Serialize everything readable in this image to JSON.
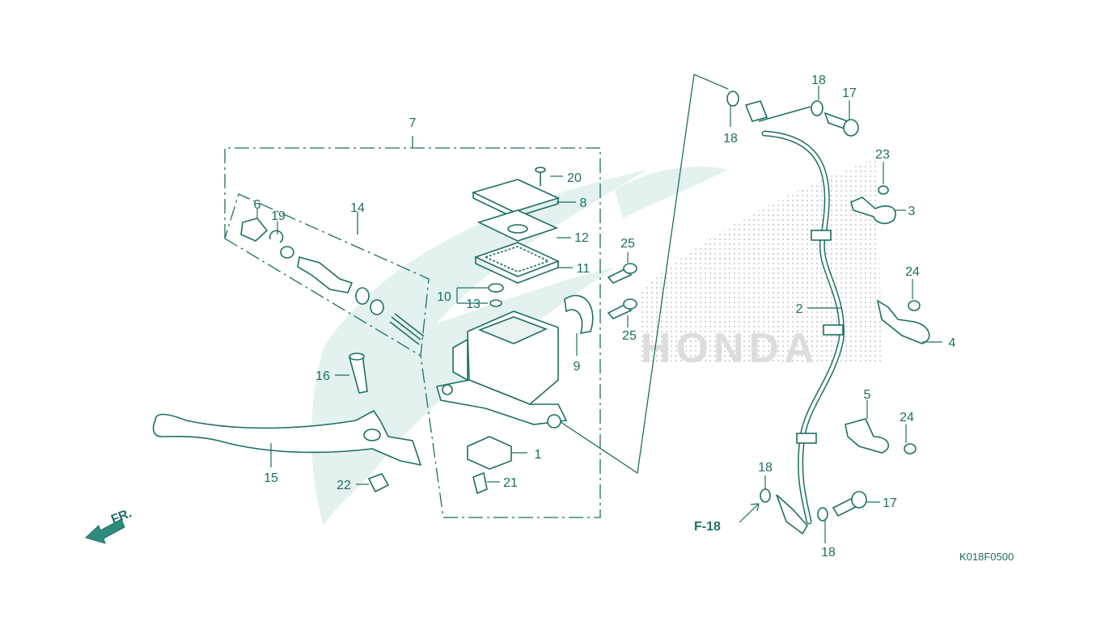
{
  "theme": {
    "ink": "#1d6f63",
    "watermark": "#dcefe9",
    "dots": "#c9c9c9",
    "background": "#ffffff"
  },
  "watermark": {
    "brand": "HONDA"
  },
  "direction": {
    "label": "FR."
  },
  "reference": {
    "label": "F-18"
  },
  "diagram_code": "K018F0500",
  "parts": [
    {
      "id": "p1",
      "label": "1"
    },
    {
      "id": "p2",
      "label": "2"
    },
    {
      "id": "p3",
      "label": "3"
    },
    {
      "id": "p4",
      "label": "4"
    },
    {
      "id": "p5",
      "label": "5"
    },
    {
      "id": "p6",
      "label": "6"
    },
    {
      "id": "p7",
      "label": "7"
    },
    {
      "id": "p8",
      "label": "8"
    },
    {
      "id": "p9",
      "label": "9"
    },
    {
      "id": "p10",
      "label": "10"
    },
    {
      "id": "p11",
      "label": "11"
    },
    {
      "id": "p12",
      "label": "12"
    },
    {
      "id": "p13",
      "label": "13"
    },
    {
      "id": "p14",
      "label": "14"
    },
    {
      "id": "p15",
      "label": "15"
    },
    {
      "id": "p16",
      "label": "16"
    },
    {
      "id": "p17a",
      "label": "17"
    },
    {
      "id": "p17b",
      "label": "17"
    },
    {
      "id": "p18a",
      "label": "18"
    },
    {
      "id": "p18b",
      "label": "18"
    },
    {
      "id": "p18c",
      "label": "18"
    },
    {
      "id": "p18d",
      "label": "18"
    },
    {
      "id": "p19",
      "label": "19"
    },
    {
      "id": "p20",
      "label": "20"
    },
    {
      "id": "p21",
      "label": "21"
    },
    {
      "id": "p22",
      "label": "22"
    },
    {
      "id": "p23",
      "label": "23"
    },
    {
      "id": "p24a",
      "label": "24"
    },
    {
      "id": "p24b",
      "label": "24"
    },
    {
      "id": "p25a",
      "label": "25"
    },
    {
      "id": "p25b",
      "label": "25"
    }
  ]
}
